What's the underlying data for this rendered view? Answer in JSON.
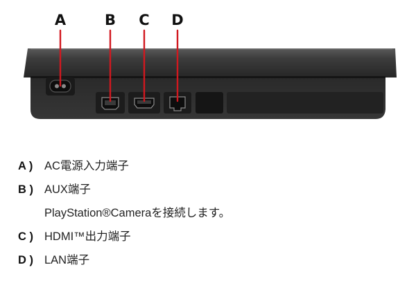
{
  "callouts": [
    "A",
    "B",
    "C",
    "D"
  ],
  "colors": {
    "callout_line": "#d1181f",
    "console_body": "#2b2b2b",
    "console_top": "#333333",
    "port_panel": "#1e1e1e"
  },
  "legend": [
    {
      "key": "A )",
      "label": "AC電源入力端子",
      "description": ""
    },
    {
      "key": "B )",
      "label": "AUX端子",
      "description": "PlayStation®Cameraを接続します。"
    },
    {
      "key": "C )",
      "label": "HDMI™出力端子",
      "description": ""
    },
    {
      "key": "D )",
      "label": "LAN端子",
      "description": ""
    }
  ]
}
